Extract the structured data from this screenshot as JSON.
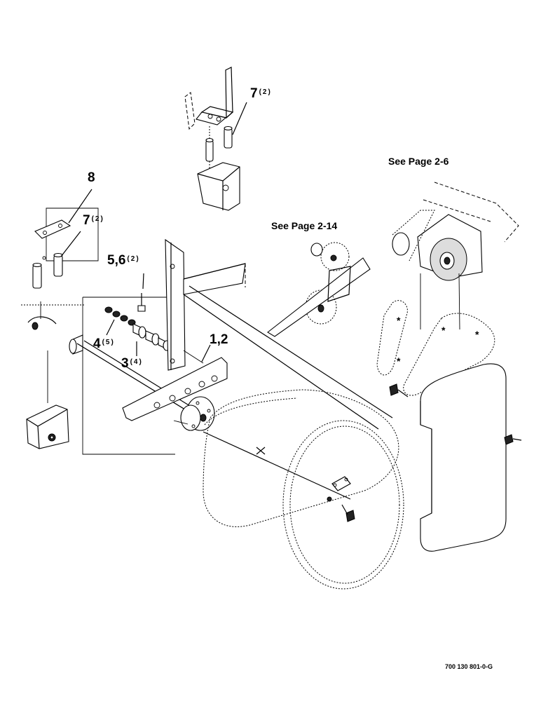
{
  "callouts": {
    "c8": {
      "num": "8",
      "qty": ""
    },
    "c7_top": {
      "num": "7",
      "qty": "(2)"
    },
    "c7_left": {
      "num": "7",
      "qty": "(2)"
    },
    "c56": {
      "num": "5,6",
      "qty": "(2)"
    },
    "c4": {
      "num": "4",
      "qty": "(5)"
    },
    "c3": {
      "num": "3",
      "qty": "(4)"
    },
    "c12": {
      "num": "1,2",
      "qty": ""
    }
  },
  "references": {
    "page_2_6": "See Page 2-6",
    "page_2_14": "See Page 2-14"
  },
  "drawing_number": "700 130 801-0-G",
  "icons": [
    "bracket",
    "bushing",
    "plate",
    "bearing-block",
    "shaft",
    "sprocket",
    "chain",
    "pulley",
    "belt",
    "guard-shield",
    "bolt"
  ]
}
